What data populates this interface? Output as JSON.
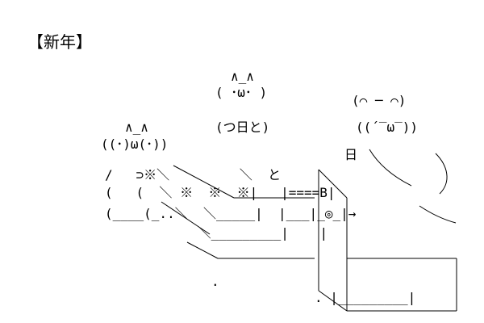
{
  "title": "【新年】",
  "art_lines": [
    "∧_∧",
    "( ･ω･ )",
    "(⌒ ─ ⌒)",
    "∧_∧",
    "(つ日と)",
    "((´‾ω‾))",
    "((･)ω(･))",
    "日",
    "/   ⊃※＼         ＼  と",
    "(   (  ＼ ※  ※  ※|   |====B|",
    "(____(_..＼  ＼_____|  |___|_◎_|→",
    "            ＼_________|    |",
    "",
    ".",
    ". |_________|"
  ],
  "colors": {
    "ink": "#000000",
    "paper": "#ffffff"
  }
}
